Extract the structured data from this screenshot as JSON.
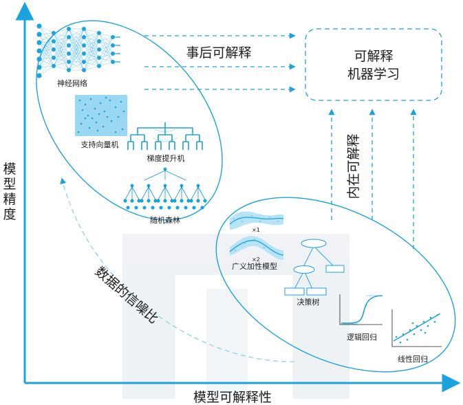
{
  "axes": {
    "x_label": "模型可解释性",
    "y_label": [
      "模",
      "型",
      "精",
      "度"
    ]
  },
  "post_hoc_label": "事后可解释",
  "target_box": {
    "line1": "可解释",
    "line2": "机器学习"
  },
  "intrinsic_label": "内在可解释",
  "snr_label": "数据的信噪比",
  "models": {
    "neural_network": "神经网络",
    "svm": "支持向量机",
    "gradient_boosting": "梯度提升机",
    "random_forest": "随机森林",
    "gam": "广义加性模型",
    "gam_x1": "×1",
    "gam_x2": "×2",
    "decision_tree": "决策树",
    "logistic_regression": "逻辑回归",
    "linear_regression": "线性回归"
  },
  "colors": {
    "accent": "#1aa3dc",
    "accent_light": "#8fd0ee",
    "watermark": "#dce2e8",
    "text": "#1b1b1b"
  }
}
